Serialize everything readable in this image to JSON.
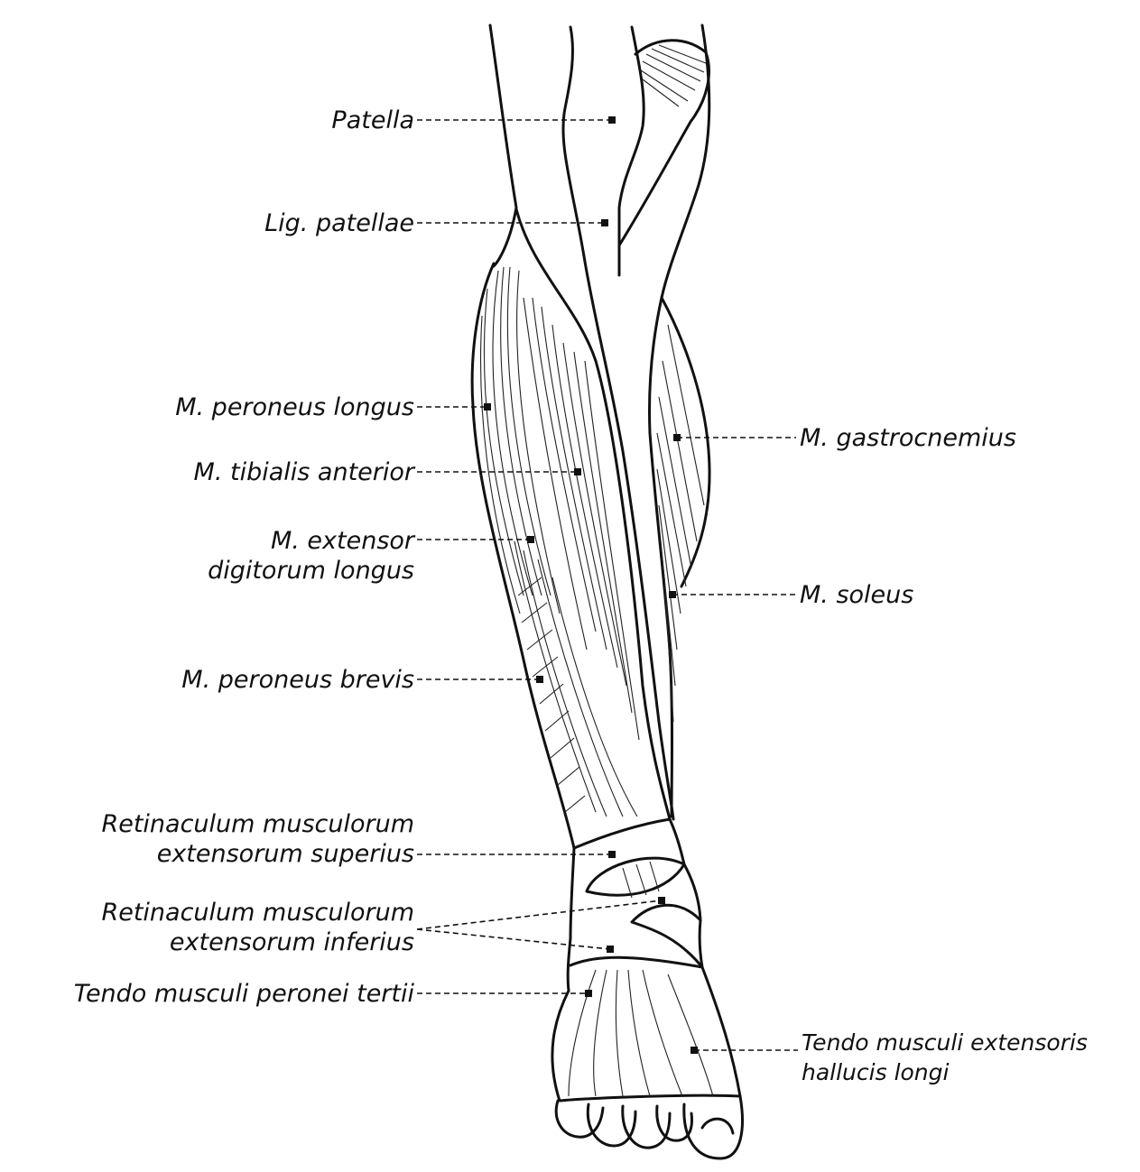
{
  "labels": {
    "patella": "Patella",
    "lig_patellae": "Lig. patellae",
    "peroneus_longus": "M. peroneus longus",
    "tibialis_anterior": "M. tibialis anterior",
    "extensor_digitorum": [
      "M. extensor",
      "digitorum longus"
    ],
    "peroneus_brevis": "M. peroneus brevis",
    "retinaculum_superius": [
      "Retinaculum musculorum",
      "extensorum superius"
    ],
    "retinaculum_inferius": [
      "Retinaculum musculorum",
      "extensorum inferius"
    ],
    "tendo_peronei": "Tendo musculi peronei tertii",
    "gastrocnemius": "M. gastrocnemius",
    "soleus": "M. soleus",
    "tendo_hallucis": [
      "Tendo musculi extensoris",
      "hallucis longi"
    ]
  },
  "colors": {
    "ink": "#111111",
    "background": "#ffffff"
  }
}
